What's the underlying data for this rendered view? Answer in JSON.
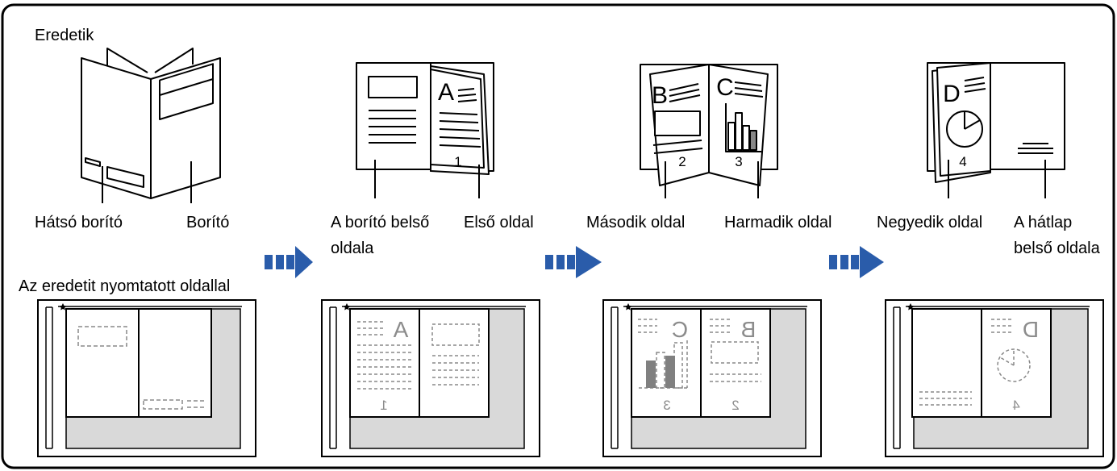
{
  "heading_originals": "Eredetik",
  "heading_printed_side": "Az eredetit nyomtatott oldallal",
  "labels": {
    "back_cover": "Hátsó borító",
    "cover": "Borító",
    "inside_front_cover_line1": "A borító belső",
    "inside_front_cover_line2": "oldala",
    "first_page": "Első oldal",
    "second_page": "Második oldal",
    "third_page": "Harmadik oldal",
    "fourth_page": "Negyedik oldal",
    "inside_back_cover_line1": "A hátlap",
    "inside_back_cover_line2": "belső oldala"
  },
  "page_letters": {
    "a": "A",
    "b": "B",
    "c": "C",
    "d": "D"
  },
  "page_numbers": {
    "p1": "1",
    "p2": "2",
    "p3": "3",
    "p4": "4"
  },
  "colors": {
    "frame": "#000000",
    "arrow": "#2a5caa",
    "scanner_bed": "#d9d9d9",
    "dashed": "#888888",
    "bar_fill": "#808080"
  }
}
